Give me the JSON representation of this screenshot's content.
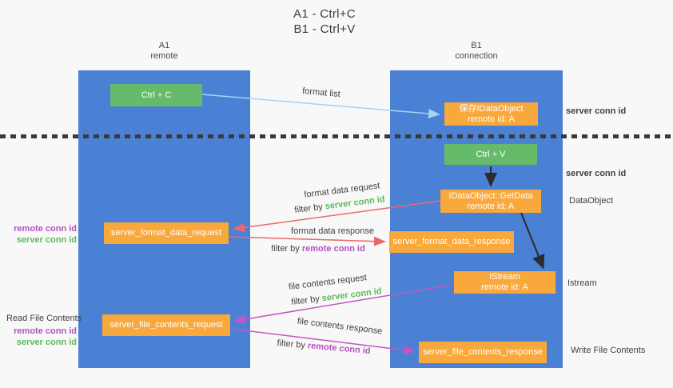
{
  "title": {
    "line1": "A1 - Ctrl+C",
    "line2": "B1 - Ctrl+V"
  },
  "lanes": {
    "left": {
      "title": "A1",
      "subtitle": "remote"
    },
    "right": {
      "title": "B1",
      "subtitle": "connection"
    }
  },
  "nodes": {
    "ctrl_c": {
      "label": "Ctrl + C"
    },
    "ctrl_v": {
      "label": "Ctrl + V"
    },
    "save_dataobject": {
      "line1": "保存IDataObject",
      "line2": "remote id: A"
    },
    "getdata": {
      "line1": "IDataObject::GetData",
      "line2": "remote id: A"
    },
    "istream": {
      "line1": "IStream",
      "line2": "remote id: A"
    },
    "format_request": {
      "label": "server_format_data_request"
    },
    "format_response": {
      "label": "server_format_data_response"
    },
    "file_request": {
      "label": "server_file_contents_request"
    },
    "file_response": {
      "label": "server_file_contents_response"
    }
  },
  "arrow_labels": {
    "format_list": "format list",
    "format_data_request": "format data request",
    "format_data_response": "format data response",
    "file_contents_request": "file contents request",
    "file_contents_response": "file contents response",
    "filter_by": "filter by",
    "server_conn_id": "server conn id",
    "remote_conn_id": "remote conn id"
  },
  "side_labels": {
    "server_conn_id": "server conn id",
    "remote_conn_id": "remote conn id",
    "dataobject": "DataObject",
    "istream": "Istream",
    "read_file_contents": "Read File Contents",
    "write_file_contents": "Write File Contents"
  },
  "colors": {
    "lane_blue": "#4a81d5",
    "green_box": "#66bb6a",
    "orange_box": "#f9a83b",
    "green_text": "#5cb85c",
    "purple_text": "#b350c4",
    "red_arrow": "#e9696b",
    "magenta_arrow": "#c157c1",
    "light_blue_arrow": "#a8d2f0",
    "black_arrow": "#2b2b2b"
  }
}
